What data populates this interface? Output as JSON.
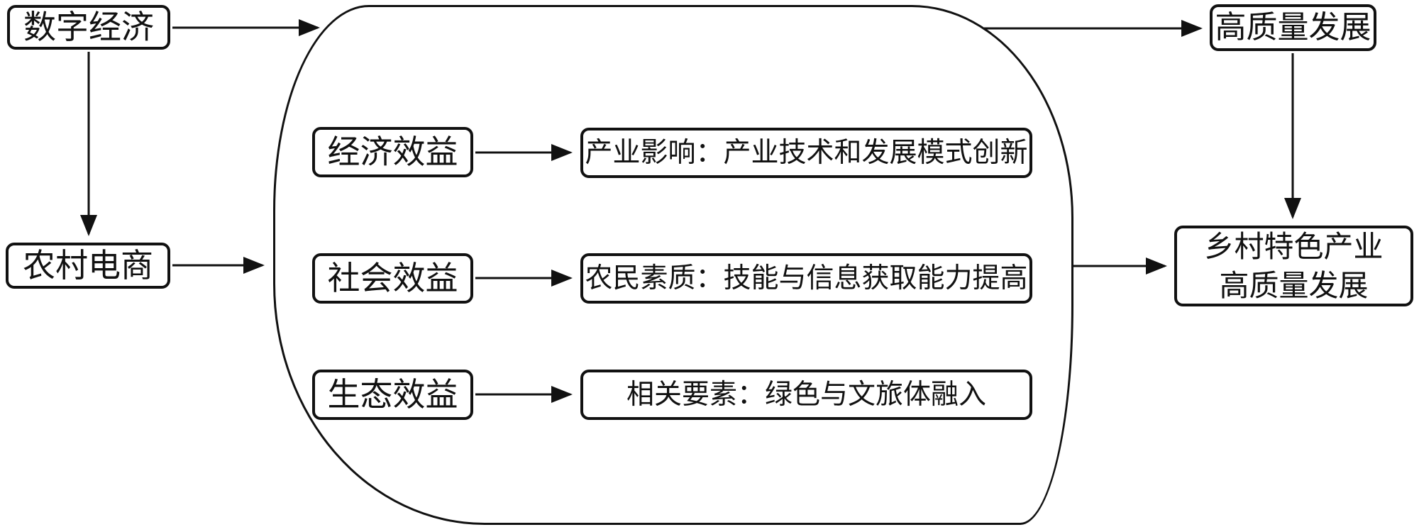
{
  "diagram": {
    "outer_nodes": {
      "digital_economy": "数字经济",
      "rural_ecommerce": "农村电商",
      "high_quality_dev": "高质量发展",
      "rural_industry_dev": "乡村特色产业高质量发展"
    },
    "module_rows": [
      {
        "benefit": "经济效益",
        "outcome": "产业影响：产业技术和发展模式创新"
      },
      {
        "benefit": "社会效益",
        "outcome": "农民素质：技能与信息获取能力提高"
      },
      {
        "benefit": "生态效益",
        "outcome": "相关要素：绿色与文旅体融入"
      }
    ],
    "edges": [
      {
        "from": "数字经济",
        "to": "效益模块"
      },
      {
        "from": "数字经济",
        "to": "农村电商"
      },
      {
        "from": "农村电商",
        "to": "效益模块"
      },
      {
        "from": "经济效益",
        "to": "产业影响：产业技术和发展模式创新"
      },
      {
        "from": "社会效益",
        "to": "农民素质：技能与信息获取能力提高"
      },
      {
        "from": "生态效益",
        "to": "相关要素：绿色与文旅体融入"
      },
      {
        "from": "效益模块",
        "to": "高质量发展"
      },
      {
        "from": "高质量发展",
        "to": "乡村特色产业高质量发展"
      },
      {
        "from": "效益模块",
        "to": "乡村特色产业高质量发展"
      }
    ],
    "colors": {
      "line": "#111111",
      "background": "#ffffff",
      "box_background": "#ffffff"
    }
  }
}
